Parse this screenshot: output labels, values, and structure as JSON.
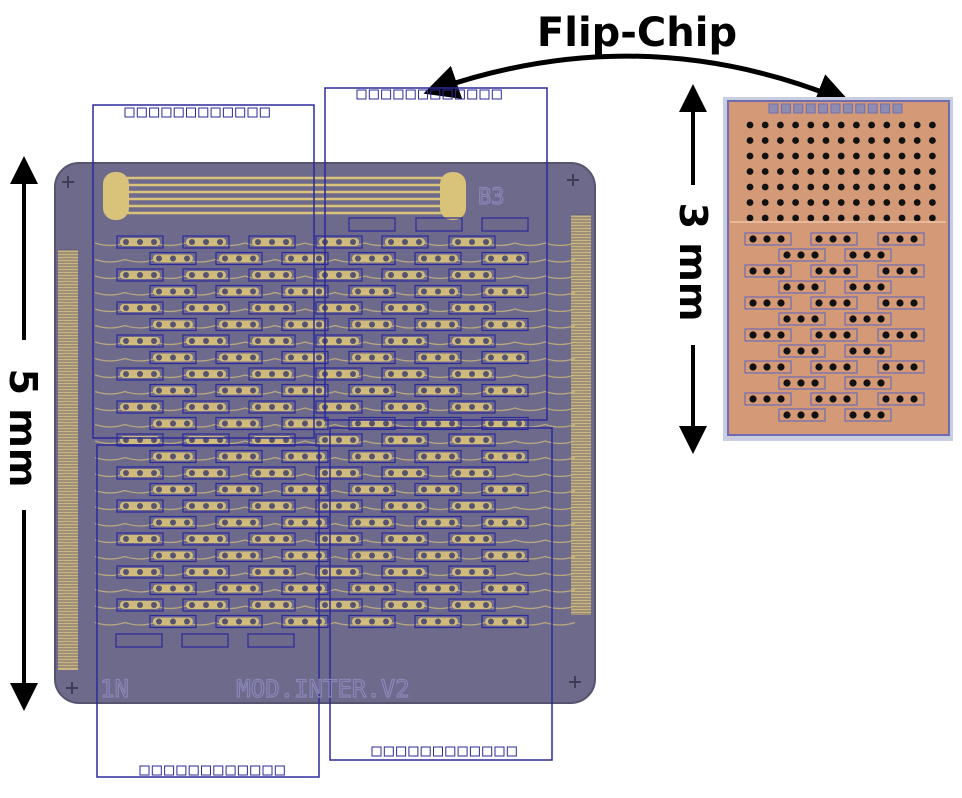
{
  "title": "Flip-Chip",
  "dimension_large": "5 mm",
  "dimension_small": "3 mm",
  "chip_marking_main": "MOD.INTER.V2",
  "chip_marking_corner": "1N",
  "chip_marking_id": "B3",
  "colors": {
    "substrate": "#6e6a8c",
    "substrate_edge": "#56536f",
    "gold": "#d9c27a",
    "outline": "#2b2a9a",
    "flipchip_copper": "#d49a78",
    "flipchip_border": "#6f6db0",
    "bump": "#111111"
  }
}
